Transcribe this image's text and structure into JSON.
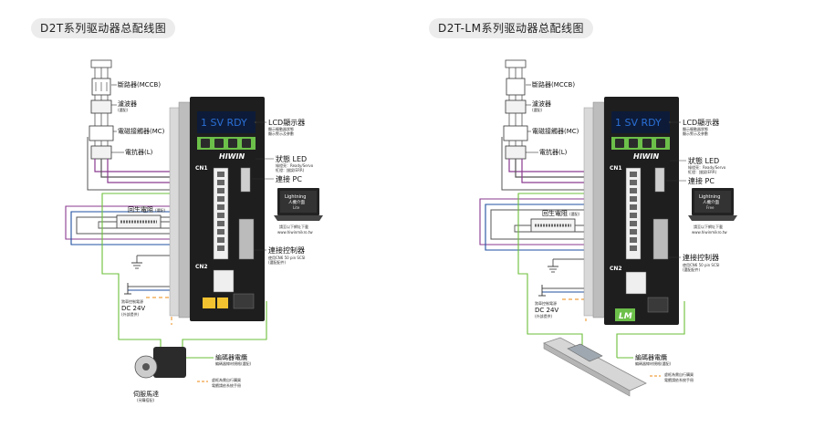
{
  "panels": [
    {
      "title": "D2T系列驱动器总配线图",
      "lcd_text": "1 SV RDY",
      "brand": "HIWIN",
      "connectors": {
        "cn1": "CN1",
        "cn2": "CN2"
      },
      "labels": {
        "mccb": "斷路器(MCCB)",
        "filter": "濾波器",
        "filter_note": "(選配)",
        "contactor": "電磁接觸器(MC)",
        "reactor": "電抗器(L)",
        "lcd": "LCD顯示器",
        "lcd_note1": "顯示驅動器狀態",
        "lcd_note2": "顯示警示及參數",
        "led": "狀態 LED",
        "led_note1": "綠燈亮：Ready/Servo",
        "led_note2": "紅燈：錯誤(ERR)",
        "pc": "連接 PC",
        "software_line1": "Lightning",
        "software_line2": "人機介面",
        "software_line3": "Lite",
        "download_note1": "請至以下網址下載",
        "download_note2": "www.hiwinmikro.tw",
        "regen": "回生電阻",
        "regen_note": "(選配)",
        "controller": "連接控制器",
        "controller_note1": "使用CN6 50 pin SCSI",
        "controller_note2": "(選配配件)",
        "power24": "煞車控制電源",
        "power24_v": "DC 24V",
        "power24_note": "(外部提供)",
        "encoder": "編碼器電纜",
        "encoder_note": "編碼器線材規格(選配)",
        "legend_line1": "虛框為需自行購買",
        "legend_line2": "電纜請依系統手冊",
        "motor": "伺服馬達",
        "motor_note": "(另購搭配)"
      }
    },
    {
      "title": "D2T-LM系列驱动器总配线图",
      "lcd_text": "1 SV RDY",
      "brand": "HIWIN",
      "lm_badge": "LM",
      "connectors": {
        "cn1": "CN1",
        "cn2": "CN2"
      },
      "labels": {
        "mccb": "斷路器(MCCB)",
        "filter": "濾波器",
        "filter_note": "(選配)",
        "contactor": "電磁接觸器(MC)",
        "reactor": "電抗器(L)",
        "lcd": "LCD顯示器",
        "lcd_note1": "顯示驅動器狀態",
        "lcd_note2": "顯示警示及參數",
        "led": "狀態 LED",
        "led_note1": "綠燈亮：Ready/Servo",
        "led_note2": "紅燈：錯誤(ERR)",
        "pc": "連接 PC",
        "software_line1": "Lightning",
        "software_line2": "人機介面",
        "software_line3": "Free",
        "download_note1": "請至以下網址下載",
        "download_note2": "www.hiwinmikro.tw",
        "regen": "回生電阻",
        "regen_note": "(選配)",
        "controller": "連接控制器",
        "controller_note1": "使用CN6 50 pin SCSI",
        "controller_note2": "(選配配件)",
        "power24": "煞車控制電源",
        "power24_v": "DC 24V",
        "power24_note": "(外部提供)",
        "encoder": "編碼器電纜",
        "encoder_note": "編碼器線材規格(選配)",
        "legend_line1": "虛框為需自行購買",
        "legend_line2": "電纜請依系統手冊"
      }
    }
  ],
  "colors": {
    "wire_purple": "#8a3a8f",
    "wire_gray": "#555555",
    "wire_blue": "#1f4fa0",
    "wire_green": "#6bbf3a",
    "wire_orange": "#f0a040",
    "drive_body": "#1e1e1e",
    "lcd_blue": "#2a6fd6",
    "accent_green": "#6cc04a"
  }
}
